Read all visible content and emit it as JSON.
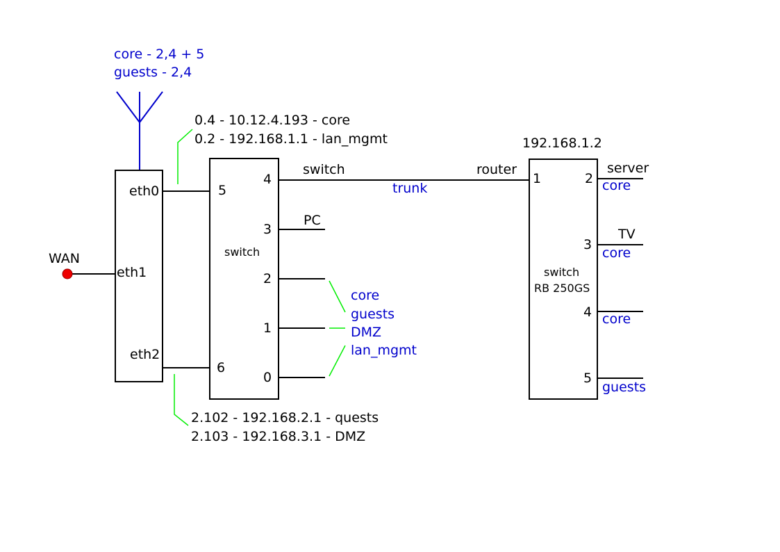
{
  "colors": {
    "line": "#000000",
    "accent_text": "#0000cc",
    "callout": "#00ee00",
    "wan_dot": "#ee0000"
  },
  "antenna": {
    "vlan_core": "core - 2,4 + 5",
    "vlan_guests": "guests - 2,4"
  },
  "router": {
    "eth0": "eth0",
    "eth1": "eth1",
    "eth2": "eth2",
    "eth0_addr_1": "0.4 - 10.12.4.193 - core",
    "eth0_addr_2": "0.2 - 192.168.1.1 - lan_mgmt",
    "eth2_addr_1": "2.102 - 192.168.2.1 - quests",
    "eth2_addr_2": "2.103 - 192.168.3.1 - DMZ"
  },
  "wan": {
    "label": "WAN"
  },
  "switch1": {
    "label": "switch",
    "ports": {
      "p5": "5",
      "p6": "6",
      "p4": "4",
      "p3": "3",
      "p2": "2",
      "p1": "1",
      "p0": "0"
    },
    "p4_left": "switch",
    "p3_device": "PC",
    "vlan_list": [
      "core",
      "guests",
      "DMZ",
      "lan_mgmt"
    ]
  },
  "link": {
    "left_label": "switch",
    "right_label": "router",
    "type": "trunk"
  },
  "switch2": {
    "ip": "192.168.1.2",
    "label_1": "switch",
    "label_2": "RB 250GS",
    "ports": {
      "p1": "1",
      "p2": "2",
      "p3": "3",
      "p4": "4",
      "p5": "5"
    },
    "p2_device": "server",
    "p2_vlan": "core",
    "p3_device": "TV",
    "p3_vlan": "core",
    "p4_vlan": "core",
    "p5_vlan": "guests"
  }
}
